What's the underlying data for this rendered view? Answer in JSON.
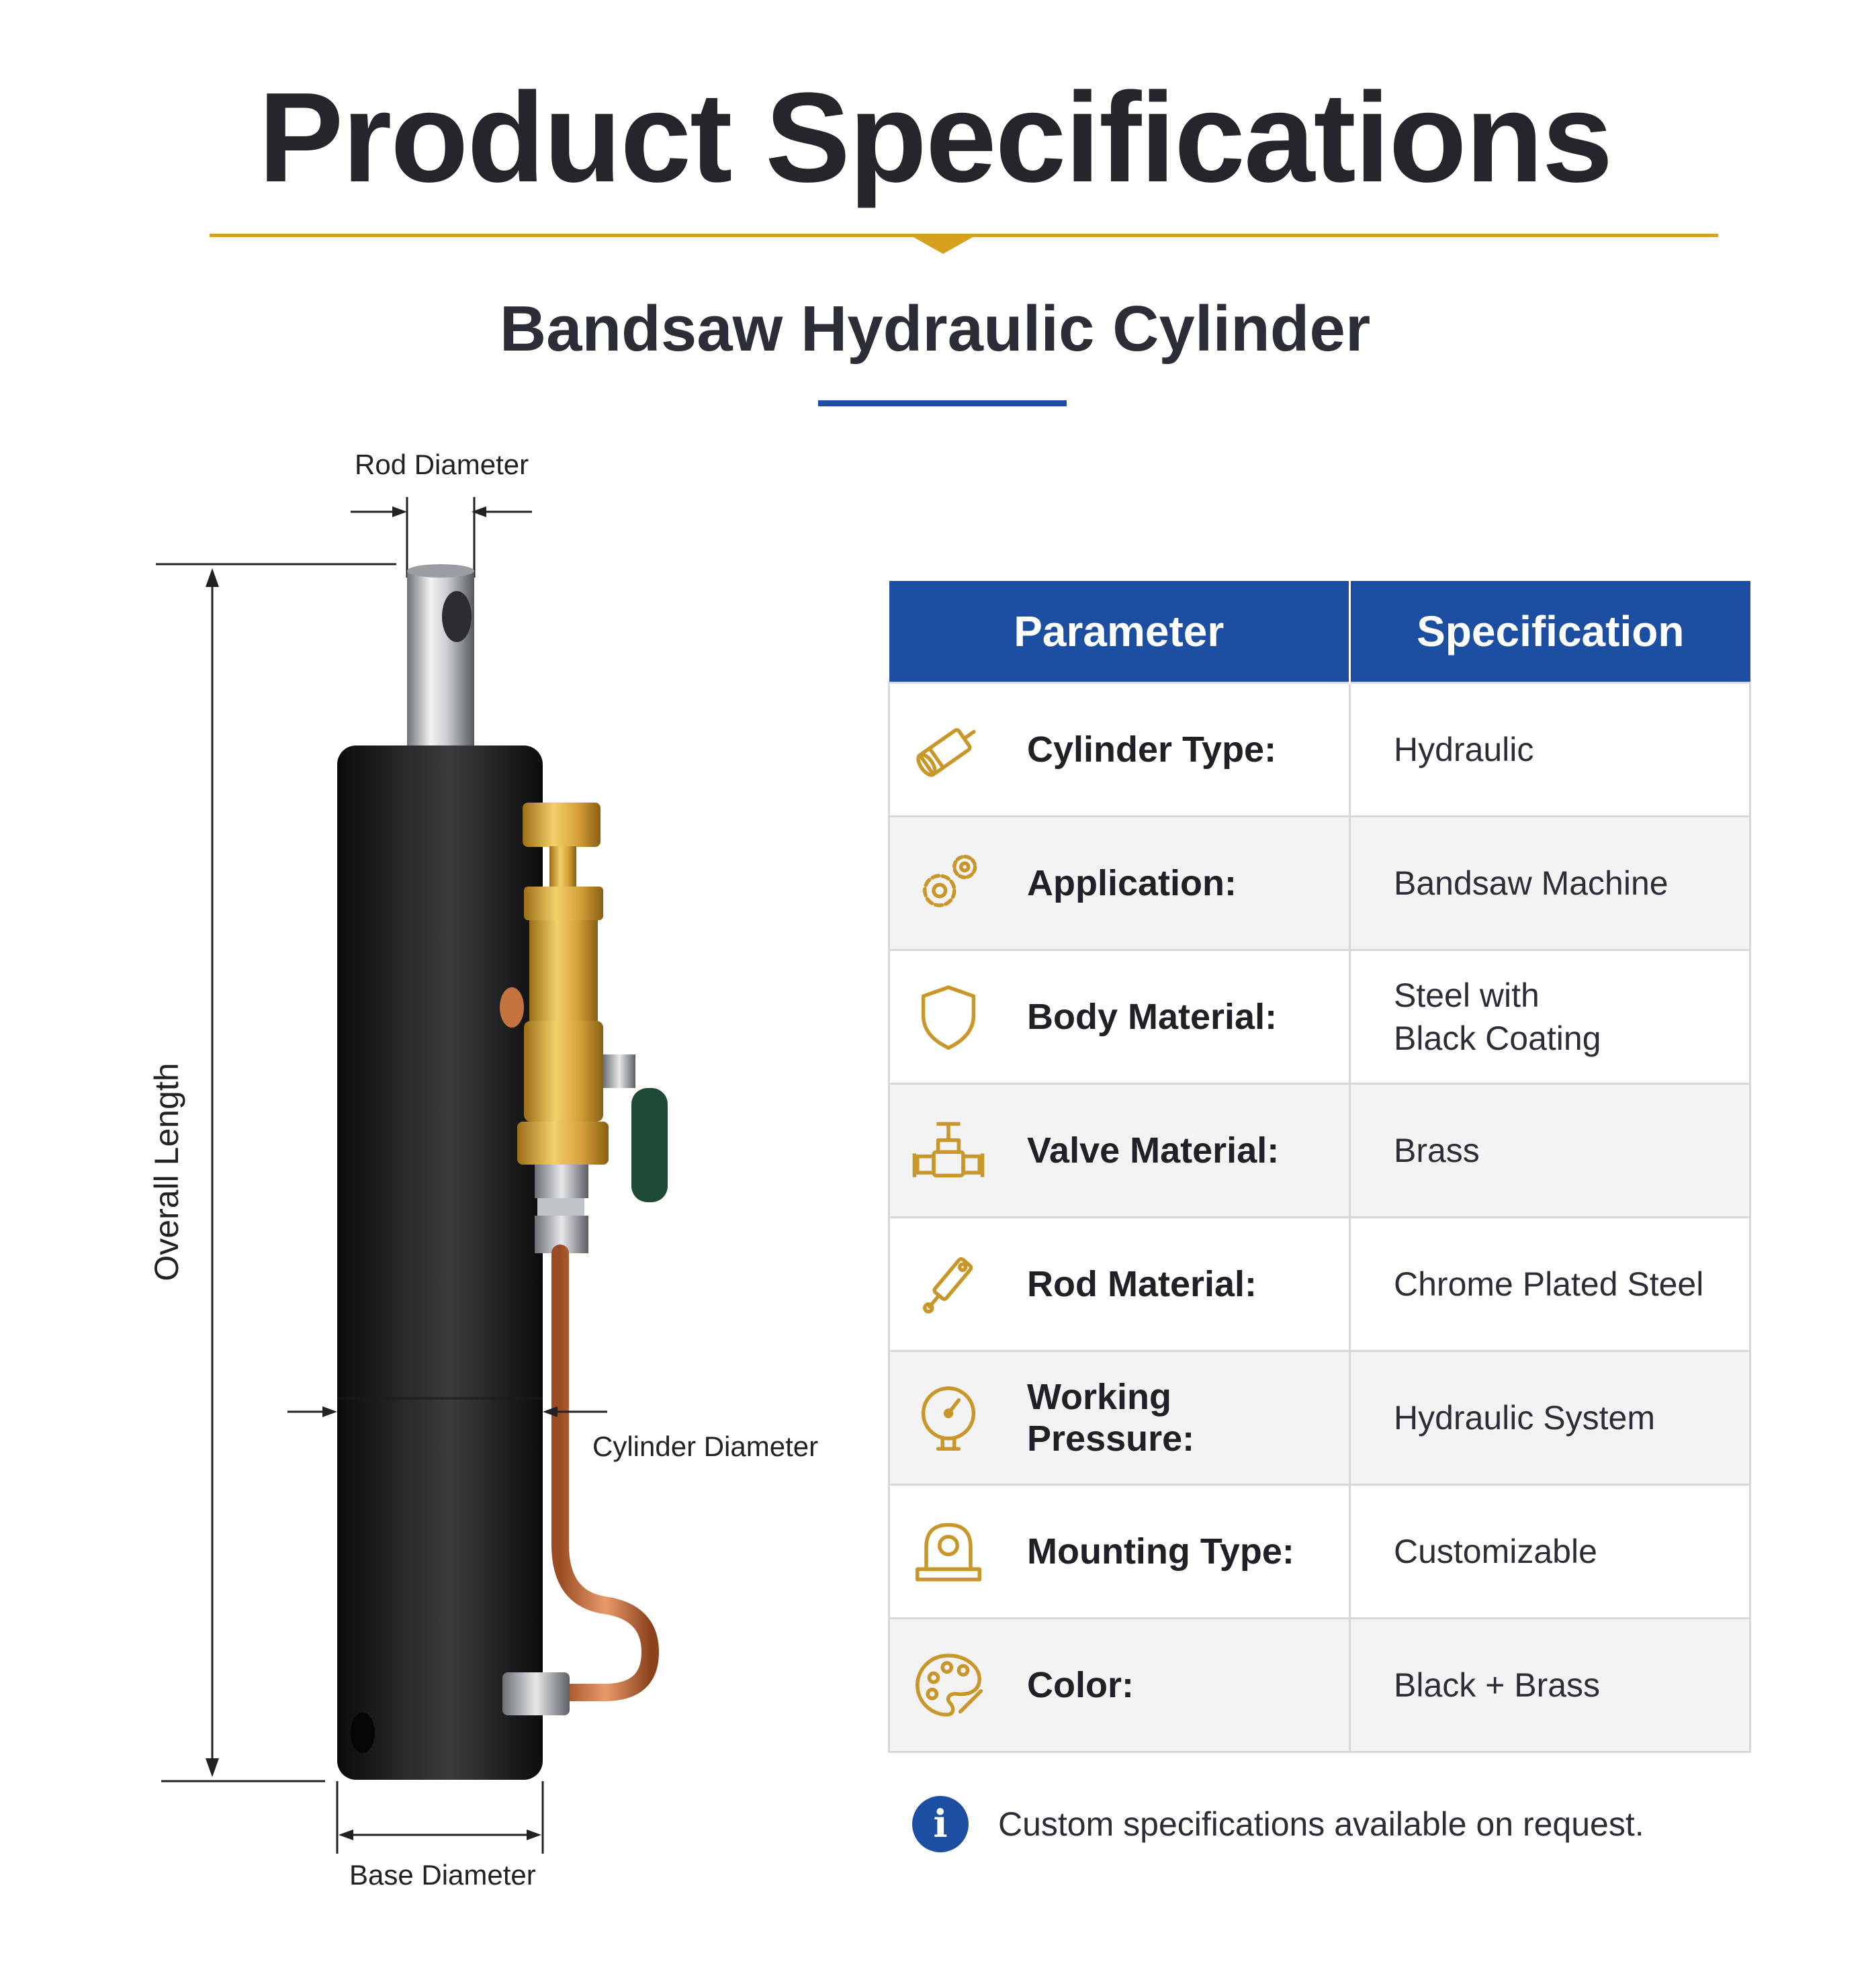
{
  "header": {
    "title": "Product Specifications",
    "subtitle": "Bandsaw Hydraulic Cylinder"
  },
  "diagram": {
    "labels": {
      "rod_diameter": "Rod Diameter",
      "overall_length": "Overall Length",
      "cylinder_diameter": "Cylinder Diameter",
      "base_diameter": "Base Diameter"
    }
  },
  "table": {
    "headers": [
      "Parameter",
      "Specification"
    ],
    "rows": [
      {
        "icon": "cylinder-icon",
        "parameter": "Cylinder Type:",
        "value": "Hydraulic"
      },
      {
        "icon": "gears-icon",
        "parameter": "Application:",
        "value": "Bandsaw Machine"
      },
      {
        "icon": "shield-icon",
        "parameter": "Body Material:",
        "value": "Steel with\nBlack Coating"
      },
      {
        "icon": "valve-icon",
        "parameter": "Valve Material:",
        "value": "Brass"
      },
      {
        "icon": "rod-icon",
        "parameter": "Rod Material:",
        "value": "Chrome Plated Steel"
      },
      {
        "icon": "gauge-icon",
        "parameter": "Working Pressure:",
        "value": "Hydraulic System"
      },
      {
        "icon": "mount-icon",
        "parameter": "Mounting Type:",
        "value": "Customizable"
      },
      {
        "icon": "palette-icon",
        "parameter": "Color:",
        "value": "Black + Brass"
      }
    ]
  },
  "note": {
    "icon": "info-icon",
    "text": "Custom specifications available on request."
  },
  "colors": {
    "accent_gold": "#d7a01f",
    "accent_blue": "#1c4fa2",
    "icon_gold": "#c9962a",
    "title_dark": "#25262b"
  }
}
